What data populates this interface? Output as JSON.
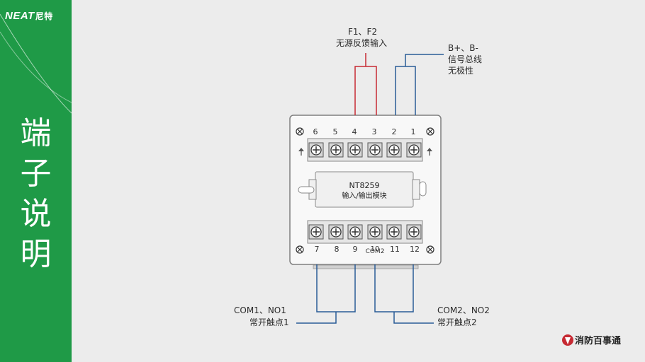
{
  "logo": {
    "latin": "NEAT",
    "chinese": "尼特"
  },
  "sidebar": {
    "title": [
      "端",
      "子",
      "说",
      "明"
    ]
  },
  "device": {
    "model": "NT8259",
    "name": "输入/输出模块"
  },
  "terminals": {
    "top": [
      "6",
      "5",
      "4",
      "3",
      "2",
      "1"
    ],
    "bottom": [
      "7",
      "8",
      "9",
      "10",
      "11",
      "12"
    ],
    "com_label": "COM2"
  },
  "labels": {
    "feedback": {
      "line1": "F1、F2",
      "line2": "无源反馈输入"
    },
    "bus": {
      "line1": "B+、B-",
      "line2": "信号总线",
      "line3": "无极性"
    },
    "contact1": {
      "line1": "COM1、NO1",
      "line2": "常开触点1"
    },
    "contact2": {
      "line1": "COM2、NO2",
      "line2": "常开触点2"
    }
  },
  "footer": {
    "brand": "消防百事通"
  },
  "colors": {
    "green": "#1f9a47",
    "red": "#c62a33",
    "blue": "#2a5c97"
  }
}
